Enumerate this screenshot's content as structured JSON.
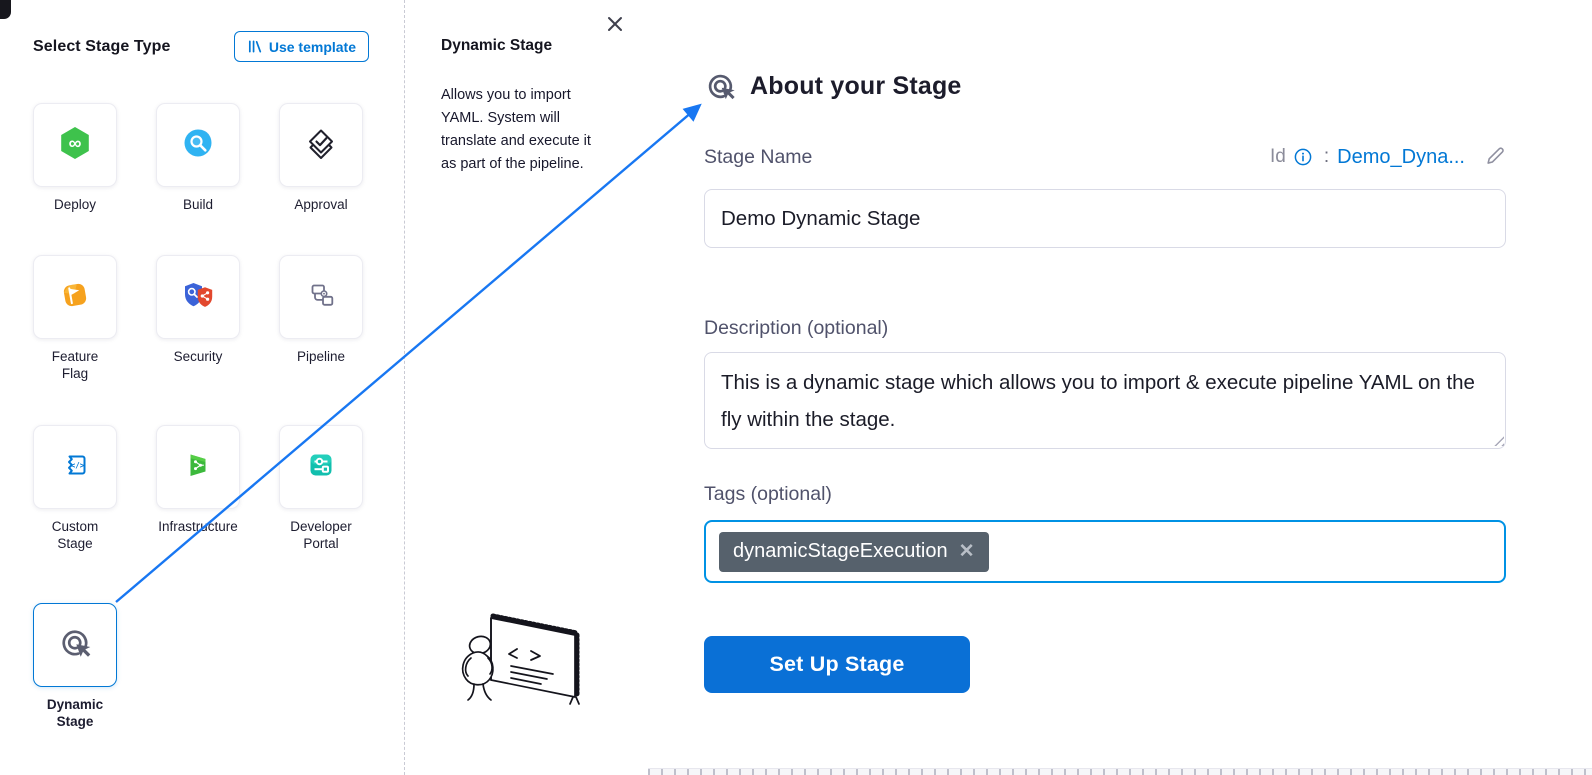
{
  "left_panel": {
    "title": "Select Stage Type",
    "use_template_button": "Use template",
    "stages": [
      {
        "label": "Deploy",
        "icon": "deploy-icon"
      },
      {
        "label": "Build",
        "icon": "build-icon"
      },
      {
        "label": "Approval",
        "icon": "approval-icon"
      },
      {
        "label": "Feature Flag",
        "icon": "feature-flag-icon"
      },
      {
        "label": "Security",
        "icon": "security-icon"
      },
      {
        "label": "Pipeline",
        "icon": "pipeline-icon"
      },
      {
        "label": "Custom Stage",
        "icon": "custom-stage-icon"
      },
      {
        "label": "Infrastructure",
        "icon": "infrastructure-icon"
      },
      {
        "label": "Developer Portal",
        "icon": "developer-portal-icon"
      },
      {
        "label": "Dynamic Stage",
        "icon": "dynamic-stage-icon",
        "selected": true
      }
    ]
  },
  "info_panel": {
    "title": "Dynamic Stage",
    "description": "Allows you to import YAML. System will translate and execute it as part of the pipeline."
  },
  "about_panel": {
    "title": "About your Stage",
    "stage_name_label": "Stage Name",
    "id_label": "Id",
    "id_colon": ":",
    "id_value": "Demo_Dyna...",
    "stage_name_value": "Demo Dynamic Stage",
    "description_label": "Description (optional)",
    "description_value": "This is a dynamic stage which allows you to import & execute pipeline YAML on the fly within the stage.",
    "tags_label": "Tags (optional)",
    "tags": [
      {
        "label": "dynamicStageExecution"
      }
    ],
    "setup_button": "Set Up Stage"
  },
  "colors": {
    "primary_blue": "#0278d5",
    "arrow_blue": "#1877f2",
    "tag_background": "#56616c",
    "selected_border": "#0278d5"
  }
}
